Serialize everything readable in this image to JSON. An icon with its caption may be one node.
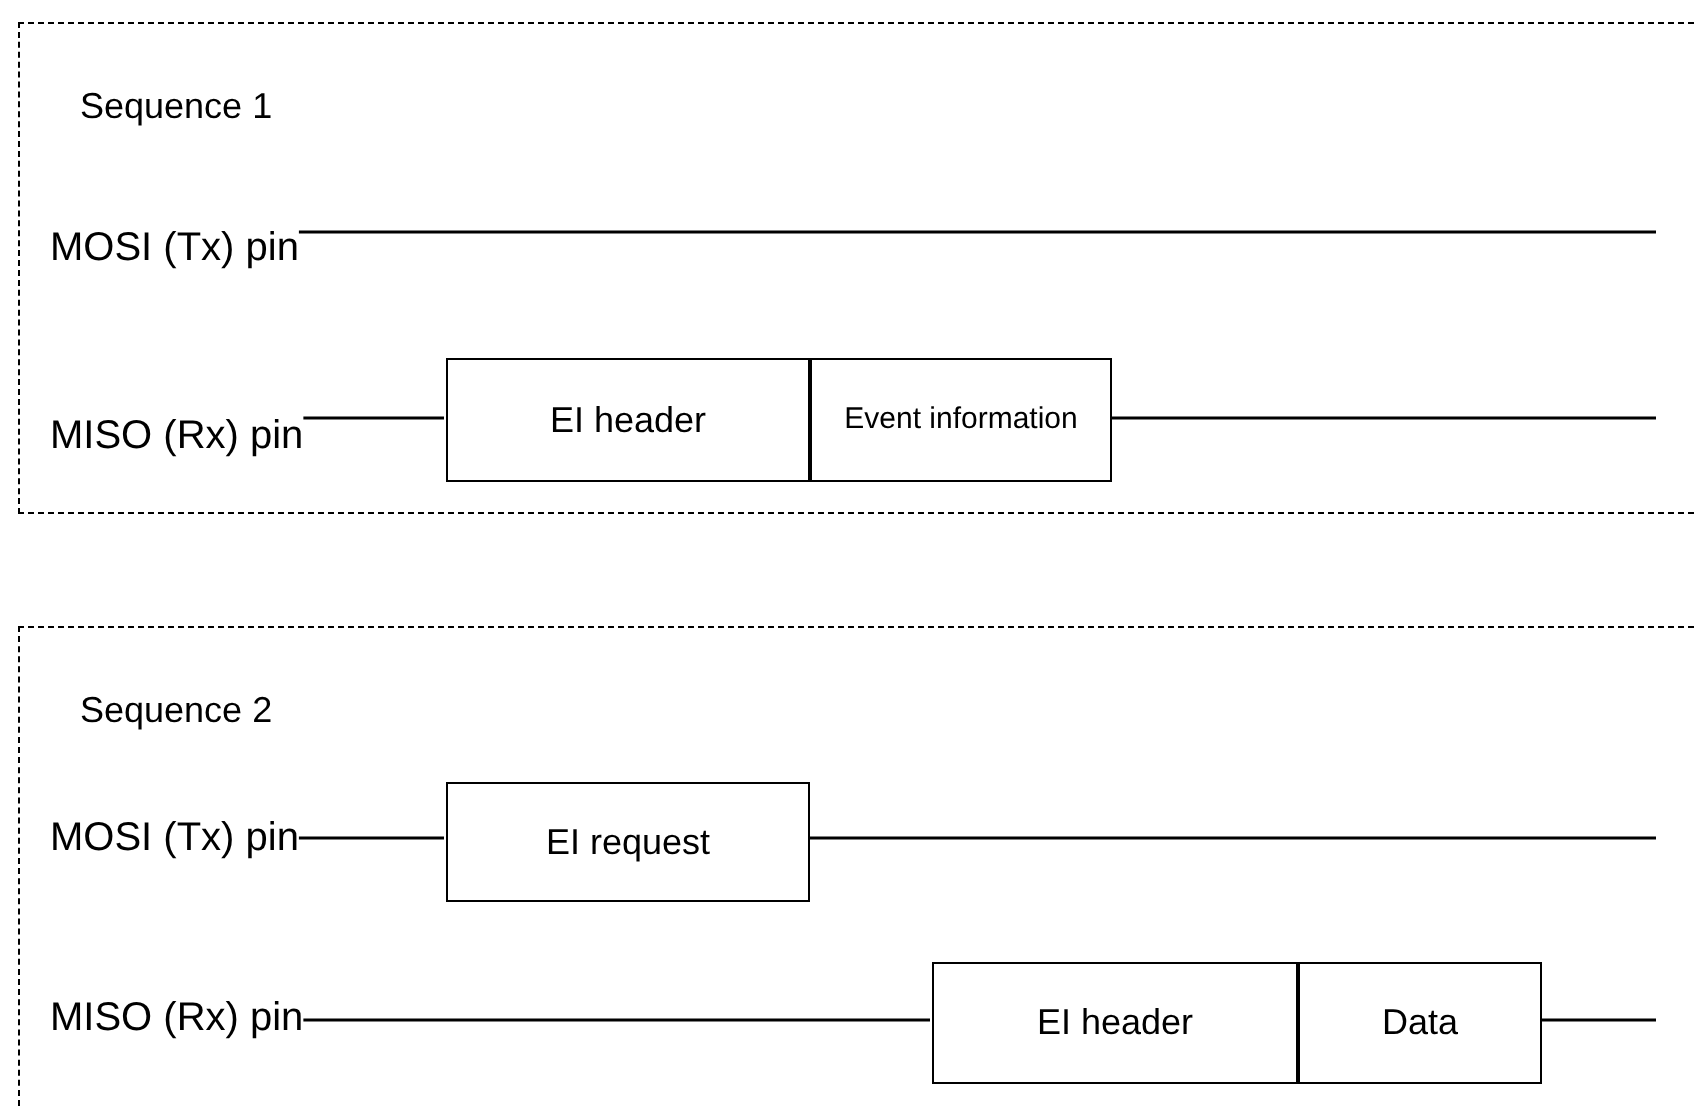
{
  "diagram": {
    "nodes": [
      {
        "text": [
          "Sequence 1"
        ]
      },
      {
        "text": [
          "MOSI (Tx) pin"
        ],
        "in": 0
      },
      {
        "text": [
          "MISO (Rx) pin"
        ],
        "in": 0
      },
      {
        "text": [
          "EI header"
        ],
        "in": 0
      },
      {
        "text": [
          "Event information"
        ],
        "in": 0
      },
      {
        "text": [
          "Sequence 2"
        ]
      },
      {
        "text": [
          "MOSI (Tx) pin"
        ],
        "in": 5
      },
      {
        "text": [
          "MISO (Rx) pin"
        ],
        "in": 5
      },
      {
        "text": [
          "EI request"
        ],
        "in": 5
      },
      {
        "text": [
          "EI header"
        ],
        "in": 5
      },
      {
        "text": [
          "Data"
        ],
        "in": 5
      }
    ],
    "edges": [
      {
        "from": 1,
        "to": null,
        "arrow": "none"
      },
      {
        "from": 2,
        "to": 3,
        "arrow": "none"
      },
      {
        "from": 4,
        "to": null,
        "arrow": "none"
      },
      {
        "from": 6,
        "to": 8,
        "arrow": "none"
      },
      {
        "from": 8,
        "to": null,
        "arrow": "none"
      },
      {
        "from": 7,
        "to": 9,
        "arrow": "none"
      },
      {
        "from": 10,
        "to": null,
        "arrow": "none"
      }
    ]
  }
}
